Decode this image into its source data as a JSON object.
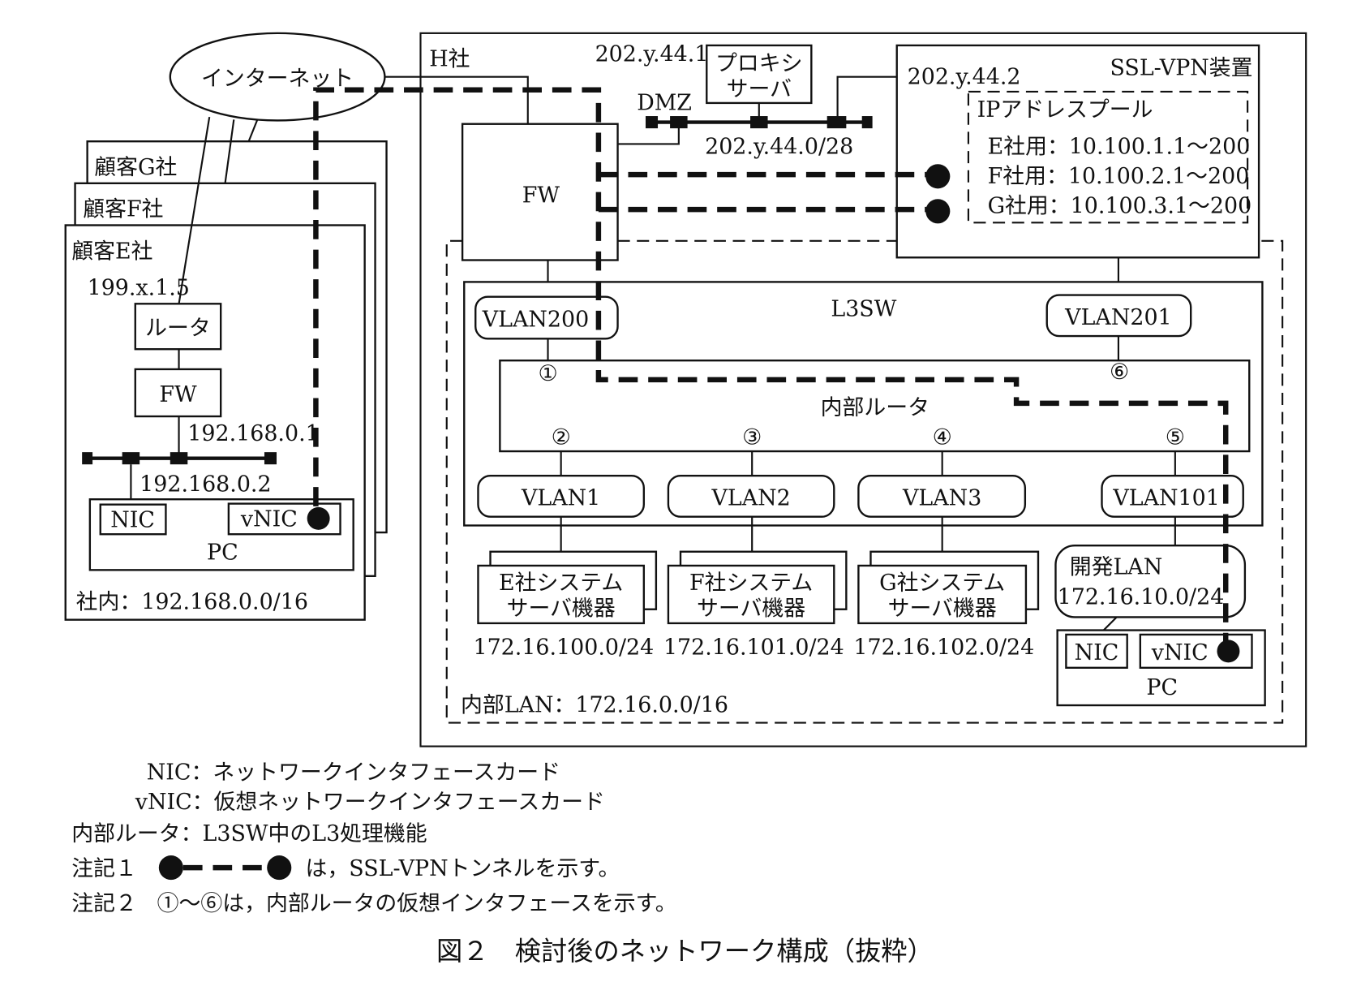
{
  "internet": "インターネット",
  "customers": [
    {
      "name": "顧客G社"
    },
    {
      "name": "顧客F社"
    },
    {
      "name": "顧客E社"
    }
  ],
  "customer_e": {
    "router_ip": "199.x.1.5",
    "router": "ルータ",
    "fw": "FW",
    "fw_inner_ip": "192.168.0.1",
    "pc_ip": "192.168.0.2",
    "nic": "NIC",
    "vnic": "vNIC",
    "pc": "PC",
    "lan": "社内：192.168.0.0/16"
  },
  "h": {
    "label": "H社",
    "fw": "FW",
    "proxy_ip": "202.y.44.1",
    "proxy_line1": "プロキシ",
    "proxy_line2": "サーバ",
    "dmz": "DMZ",
    "dmz_subnet": "202.y.44.0/28",
    "ssl_vpn": "SSL-VPN装置",
    "ssl_vpn_ip": "202.y.44.2",
    "pool_title": "IPアドレスプール",
    "pool": [
      "E社用：10.100.1.1～200",
      "F社用：10.100.2.1～200",
      "G社用：10.100.3.1～200"
    ],
    "l3sw": "L3SW",
    "vlan200": "VLAN200",
    "vlan201": "VLAN201",
    "inner_router": "内部ルータ",
    "ifaces": [
      "①",
      "②",
      "③",
      "④",
      "⑤",
      "⑥"
    ],
    "vlans": [
      "VLAN1",
      "VLAN2",
      "VLAN3",
      "VLAN101"
    ],
    "servers": [
      {
        "line1": "E社システム",
        "line2": "サーバ機器",
        "subnet": "172.16.100.0/24"
      },
      {
        "line1": "F社システム",
        "line2": "サーバ機器",
        "subnet": "172.16.101.0/24"
      },
      {
        "line1": "G社システム",
        "line2": "サーバ機器",
        "subnet": "172.16.102.0/24"
      }
    ],
    "dev_lan_line1": "開発LAN",
    "dev_lan_line2": "172.16.10.0/24",
    "nic": "NIC",
    "vnic": "vNIC",
    "pc": "PC",
    "inner_lan": "内部LAN：172.16.0.0/16"
  },
  "legend": {
    "nic": "NIC：ネットワークインタフェースカード",
    "vnic": "vNIC：仮想ネットワークインタフェースカード",
    "router": "内部ルータ：L3SW中のL3処理機能",
    "note1_label": "注記１",
    "note1_text": "は，SSL-VPNトンネルを示す。",
    "note2_label": "注記２",
    "note2_text": "①～⑥は，内部ルータの仮想インタフェースを示す。"
  },
  "caption": "図２　検討後のネットワーク構成（抜粋）"
}
